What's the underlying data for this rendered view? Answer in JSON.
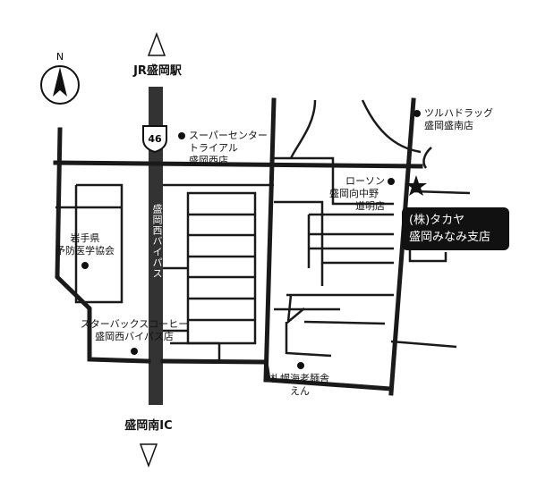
{
  "compass": {
    "label": "N",
    "icon": "north-arrow-icon"
  },
  "route_marker": {
    "number": "46",
    "icon": "route-shield-icon"
  },
  "top_label": "JR盛岡駅",
  "bottom_label": "盛岡南IC",
  "road_label": "盛岡西バイパス",
  "destination": {
    "line1": "(株)タカヤ",
    "line2": "盛岡みなみ支店",
    "icon": "star-icon"
  },
  "landmarks": [
    {
      "lines": [
        "スーパーセンター",
        "トライアル",
        "盛岡西店"
      ]
    },
    {
      "lines": [
        "ツルハドラッグ",
        "盛岡盛南店"
      ]
    },
    {
      "lines": [
        "ローソン",
        "盛岡向中野",
        "道明店"
      ]
    },
    {
      "lines": [
        "岩手県",
        "予防医学協会"
      ]
    },
    {
      "lines": [
        "スターバックスコーヒー",
        "盛岡西バイパス店"
      ]
    },
    {
      "lines": [
        "札幌海老麺舎",
        "えん"
      ]
    }
  ],
  "colors": {
    "road": "#1a1a1a",
    "highway": "#333333",
    "destination_bg": "#111111",
    "background": "#ffffff"
  }
}
